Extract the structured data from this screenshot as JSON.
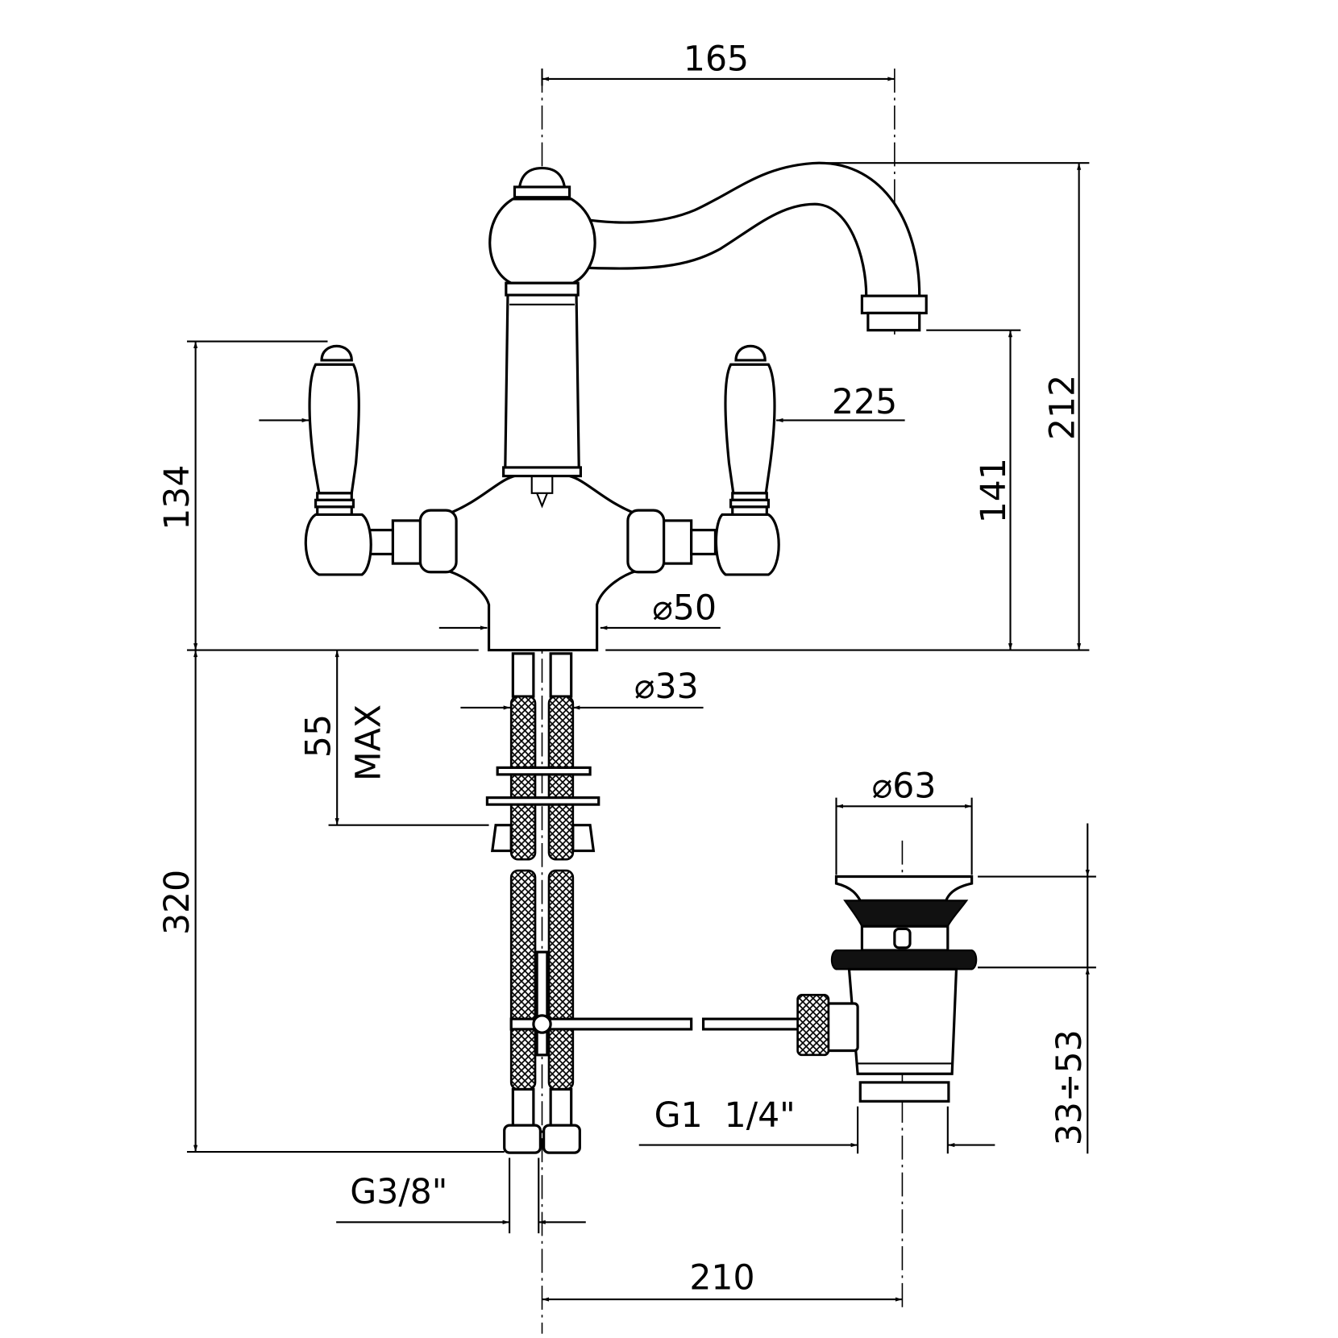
{
  "drawing": {
    "title": "Two-handle basin mixer with pop-up waste - dimensional drawing",
    "dimensions": {
      "spout_reach": "165",
      "total_height": "212",
      "spout_outlet_height": "141",
      "handle_spread": "225",
      "handle_height": "134",
      "base_diameter": "⌀50",
      "shank_diameter": "⌀33",
      "deck_thickness_value": "55",
      "deck_thickness_suffix": "MAX",
      "hose_length": "320",
      "waste_flange_diameter": "⌀63",
      "waste_adjustment": "33÷53",
      "waste_thread": "G1  1/4\"",
      "hose_thread": "G3/8\"",
      "waste_offset": "210"
    }
  }
}
